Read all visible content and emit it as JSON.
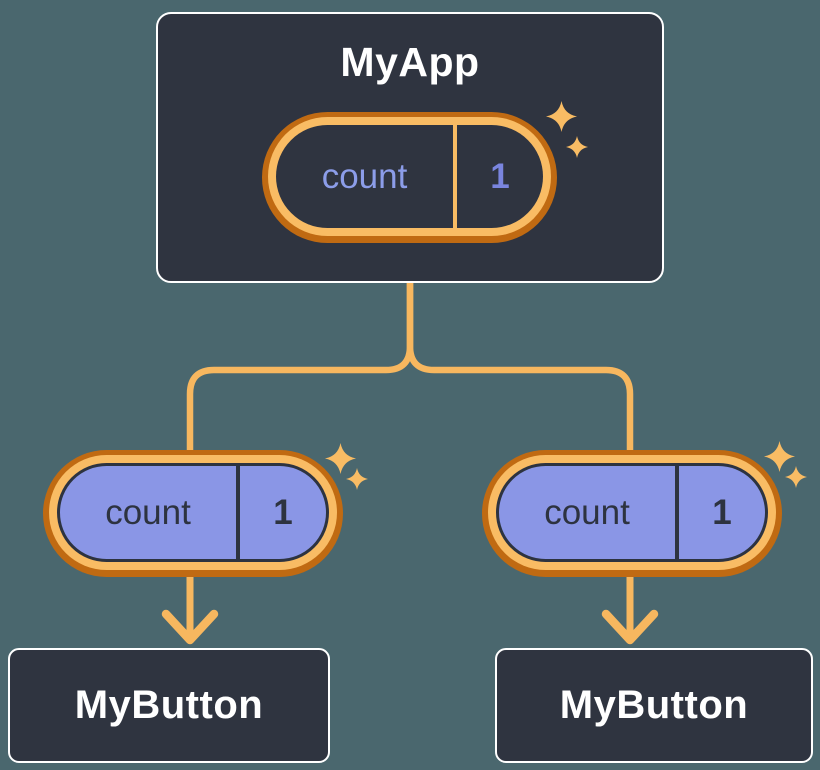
{
  "diagram": {
    "description": "React component tree with shared state",
    "root": {
      "title": "MyApp",
      "state": {
        "name": "count",
        "value": "1"
      }
    },
    "children": [
      {
        "title": "MyButton",
        "state": {
          "name": "count",
          "value": "1"
        }
      },
      {
        "title": "MyButton",
        "state": {
          "name": "count",
          "value": "1"
        }
      }
    ]
  },
  "colors": {
    "background": "#4A676E",
    "node_fill": "#2F3440",
    "node_border": "#FFFFFF",
    "node_text": "#FFFFFF",
    "pill_ring_outer": "#C06A12",
    "pill_ring_inner": "#F9BC64",
    "pill_child_fill": "#8A96E6",
    "pill_child_text": "#2D3340",
    "root_state_name_text": "#8C9DE9",
    "root_state_value_text": "#7A85DF",
    "connector": "#F7B75F",
    "sparkle": "#F9BC64"
  }
}
